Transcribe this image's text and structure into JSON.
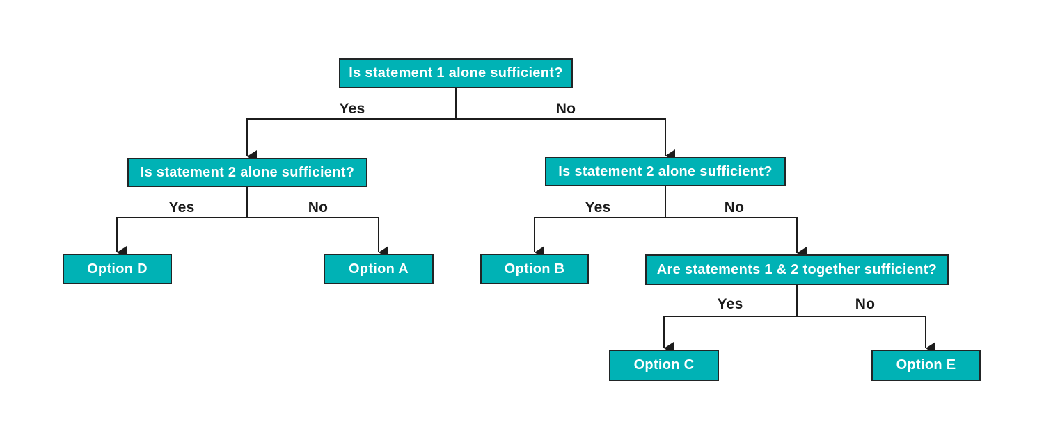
{
  "diagram": {
    "title_hint": "Data sufficiency answer-choice decision tree",
    "colors": {
      "node_fill": "#00b2b5",
      "node_border": "#222526",
      "node_text": "#ffffff",
      "line": "#1c1c1c",
      "edge_label_text": "#1b1b1b",
      "background": "#ffffff"
    },
    "nodes": {
      "q1": {
        "label": "Is statement 1 alone sufficient?"
      },
      "q2_left": {
        "label": "Is statement 2 alone sufficient?"
      },
      "q2_right": {
        "label": "Is statement 2 alone sufficient?"
      },
      "q3": {
        "label": "Are statements 1 & 2 together sufficient?"
      },
      "option_d": {
        "label": "Option D"
      },
      "option_a": {
        "label": "Option A"
      },
      "option_b": {
        "label": "Option B"
      },
      "option_c": {
        "label": "Option C"
      },
      "option_e": {
        "label": "Option E"
      }
    },
    "edges": [
      {
        "from": "q1",
        "to": "q2_left",
        "label": "Yes"
      },
      {
        "from": "q1",
        "to": "q2_right",
        "label": "No"
      },
      {
        "from": "q2_left",
        "to": "option_d",
        "label": "Yes"
      },
      {
        "from": "q2_left",
        "to": "option_a",
        "label": "No"
      },
      {
        "from": "q2_right",
        "to": "option_b",
        "label": "Yes"
      },
      {
        "from": "q2_right",
        "to": "q3",
        "label": "No"
      },
      {
        "from": "q3",
        "to": "option_c",
        "label": "Yes"
      },
      {
        "from": "q3",
        "to": "option_e",
        "label": "No"
      }
    ]
  }
}
